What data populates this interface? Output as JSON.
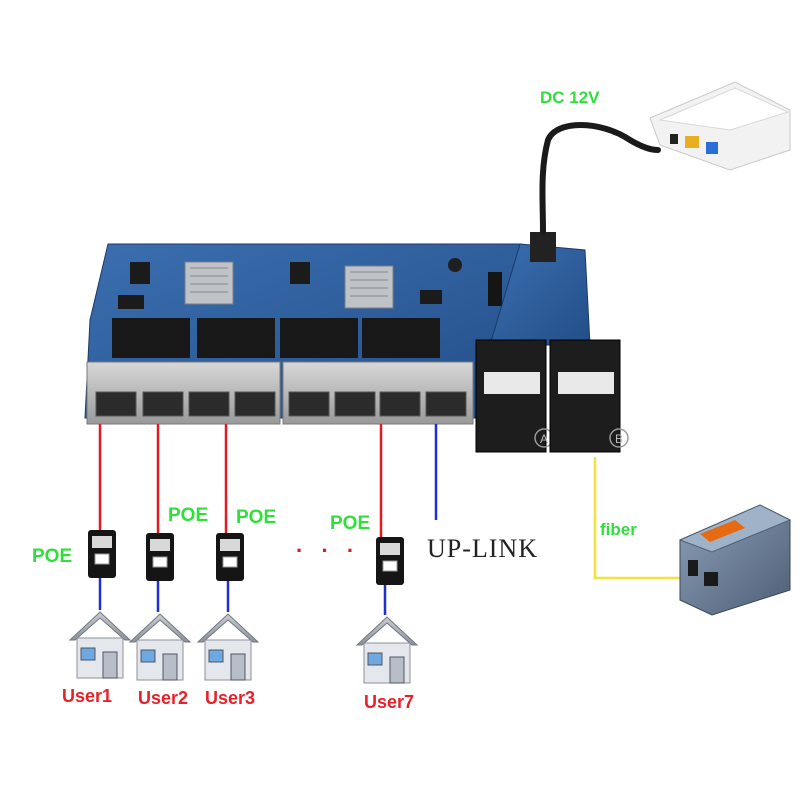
{
  "power": {
    "label": "DC 12V"
  },
  "uplink": {
    "label": "UP-LINK"
  },
  "fiber": {
    "label": "fiber"
  },
  "ellipsis": {
    "label": "· · ·"
  },
  "poe_labels": [
    "POE",
    "POE",
    "POE",
    "POE"
  ],
  "users": [
    "User1",
    "User2",
    "User3",
    "User7"
  ],
  "sfp_ports": [
    "A",
    "B"
  ],
  "colors": {
    "board": "#2f5f9e",
    "board_dark": "#1f4478",
    "port_metal": "#b9b9b9",
    "link_red": "#e01b24",
    "link_blue": "#1f2fd0",
    "fiber_yellow": "#f2e23a",
    "label_green": "#2fe03a",
    "label_red": "#e8202a"
  }
}
